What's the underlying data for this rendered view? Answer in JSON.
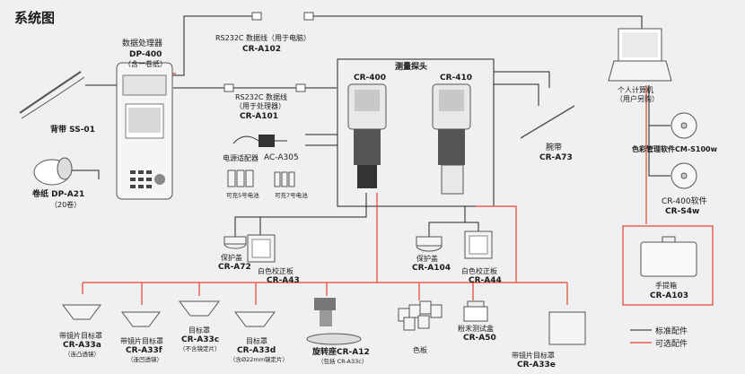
{
  "title": "系统图",
  "colors": {
    "standard": "#222222",
    "optional": "#e8432c",
    "background": "#eef0f1"
  },
  "items": {
    "dp400": {
      "name": "数据处理器",
      "model": "DP-400",
      "note": "（含一卷纸）"
    },
    "rs232_pc": {
      "name": "RS232C 数据线（用于电脑）",
      "model": "CR-A102"
    },
    "rs232_proc": {
      "name": "RS232C 数据线",
      "note": "（用于处理器）",
      "model": "CR-A101"
    },
    "adapter": {
      "name": "电源适配器",
      "model": "AC-A305"
    },
    "battery5": {
      "name": "可充5号电池"
    },
    "battery7": {
      "name": "可充7号电池"
    },
    "strap_ss01": {
      "name": "背带 SS-01"
    },
    "paper": {
      "name": "卷纸 DP-A21",
      "note": "（20卷）"
    },
    "probe": {
      "name": "测量探头",
      "models": [
        "CR-400",
        "CR-410"
      ]
    },
    "wrist_strap": {
      "name": "腕带",
      "model": "CR-A73"
    },
    "pc": {
      "name": "个人计算机",
      "note": "（用户另购）"
    },
    "software_cm": {
      "name": "色彩管理软件CM-S100w"
    },
    "software_cr": {
      "name": "CR-400软件",
      "model": "CR-S4w"
    },
    "case": {
      "name": "手提箱",
      "model": "CR-A103"
    },
    "cap_cr400": {
      "name": "保护盖",
      "model": "CR-A72"
    },
    "plate_cr400": {
      "name": "白色校正板",
      "model": "CR-A43"
    },
    "cap_cr410": {
      "name": "保护盖",
      "model": "CR-A104"
    },
    "plate_cr410": {
      "name": "白色校正板",
      "model": "CR-A44"
    },
    "mask_a": {
      "name": "带镜片目标罩",
      "model": "CR-A33a",
      "note": "（连凸透镜）"
    },
    "mask_f": {
      "name": "带镜片目标罩",
      "model": "CR-A33f",
      "note": "（连凹透镜）"
    },
    "mask_c": {
      "name": "目标罩",
      "model": "CR-A33c",
      "note": "（不含镜定片）"
    },
    "mask_d": {
      "name": "目标罩",
      "model": "CR-A33d",
      "note": "（含Ø22mm镜定片）"
    },
    "turntable": {
      "name": "旋转座CR-A12",
      "note": "（包括 CR-A33c）"
    },
    "color_plate": {
      "name": "色板"
    },
    "powder": {
      "name": "粉末测试盒",
      "model": "CR-A50"
    },
    "mask_e": {
      "name": "带镜片目标罩",
      "model": "CR-A33e"
    }
  },
  "legend": {
    "standard": "标准配件",
    "optional": "可选配件"
  }
}
